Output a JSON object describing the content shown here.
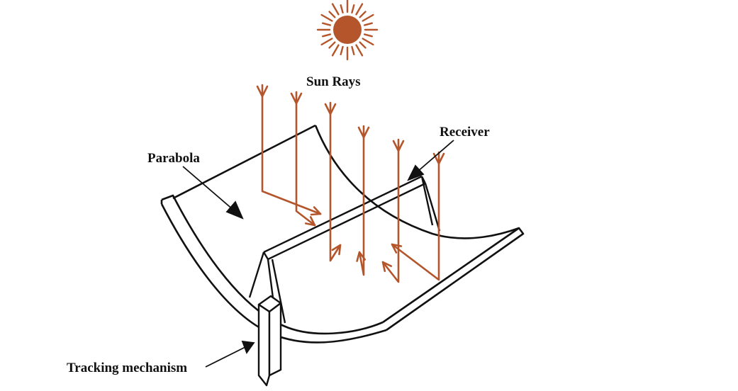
{
  "diagram": {
    "labels": {
      "sun_rays": "Sun Rays",
      "receiver": "Receiver",
      "parabola": "Parabola",
      "tracking": "Tracking mechanism"
    },
    "colors": {
      "ray": "#b4552b",
      "sun": "#b4552b",
      "line": "#111111",
      "background": "#ffffff"
    },
    "icons": {
      "sun": "sun-icon"
    }
  }
}
